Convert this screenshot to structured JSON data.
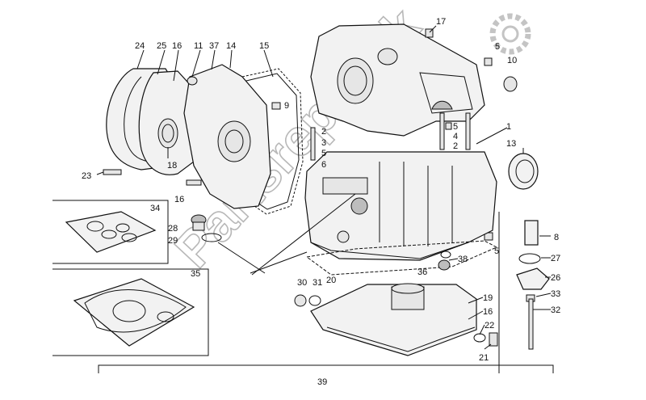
{
  "watermark": {
    "text": "Partsrepublik"
  },
  "callouts": [
    {
      "label": "17"
    },
    {
      "label": "5"
    },
    {
      "label": "10"
    },
    {
      "label": "24"
    },
    {
      "label": "25"
    },
    {
      "label": "16"
    },
    {
      "label": "11"
    },
    {
      "label": "37"
    },
    {
      "label": "14"
    },
    {
      "label": "15"
    },
    {
      "label": "9"
    },
    {
      "label": "2"
    },
    {
      "label": "3"
    },
    {
      "label": "5"
    },
    {
      "label": "6"
    },
    {
      "label": "5"
    },
    {
      "label": "4"
    },
    {
      "label": "2"
    },
    {
      "label": "1"
    },
    {
      "label": "13"
    },
    {
      "label": "23"
    },
    {
      "label": "18"
    },
    {
      "label": "34"
    },
    {
      "label": "16"
    },
    {
      "label": "28"
    },
    {
      "label": "29"
    },
    {
      "label": "35"
    },
    {
      "label": "5"
    },
    {
      "label": "8"
    },
    {
      "label": "27"
    },
    {
      "label": "38"
    },
    {
      "label": "36"
    },
    {
      "label": "20"
    },
    {
      "label": "30"
    },
    {
      "label": "31"
    },
    {
      "label": "26"
    },
    {
      "label": "33"
    },
    {
      "label": "19"
    },
    {
      "label": "16"
    },
    {
      "label": "32"
    },
    {
      "label": "22"
    },
    {
      "label": "21"
    },
    {
      "label": "39"
    }
  ]
}
